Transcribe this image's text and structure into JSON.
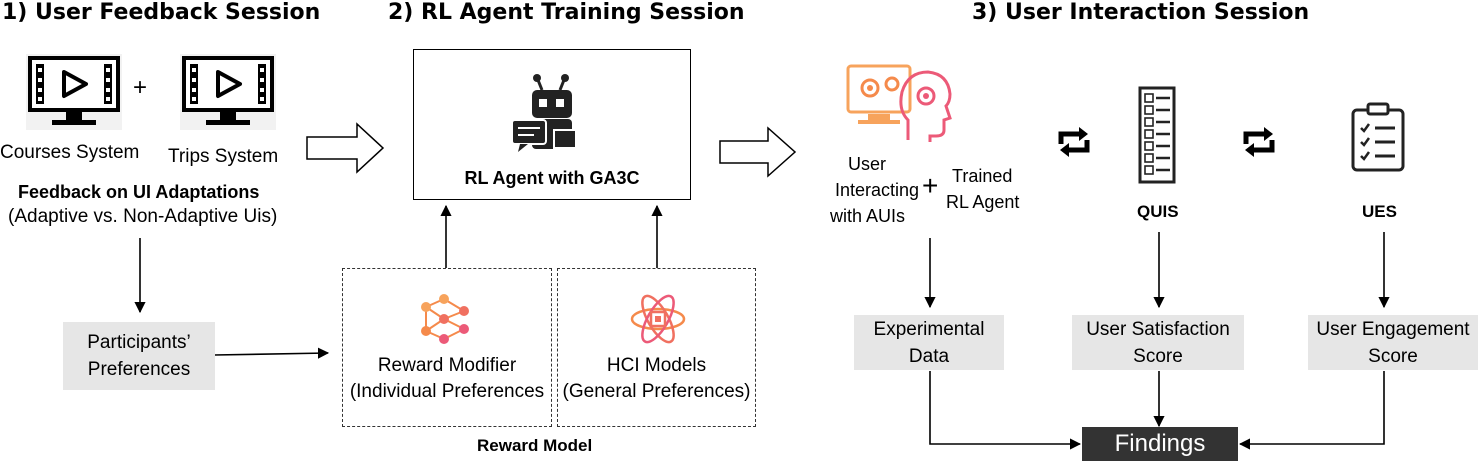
{
  "sessions": {
    "s1_title": "1) User Feedback Session",
    "s2_title": "2) RL Agent Training Session",
    "s3_title": "3) User Interaction Session"
  },
  "session1": {
    "courses_label": "Courses System",
    "trips_label": "Trips System",
    "plus": "+",
    "feedback_title": "Feedback on UI Adaptations",
    "feedback_sub": "(Adaptive vs. Non-Adaptive Uis)",
    "preferences_line1": "Participants’",
    "preferences_line2": "Preferences"
  },
  "session2": {
    "agent_label": "RL Agent with GA3C",
    "reward_modifier_line1": "Reward Modifier",
    "reward_modifier_line2": "(Individual Preferences",
    "hci_line1": "HCI Models",
    "hci_line2": "(General Preferences)",
    "reward_model_label": "Reward Model"
  },
  "session3": {
    "user_line1": "User",
    "user_line2": "Interacting",
    "user_line3": "with AUIs",
    "plus": "+",
    "trained_line1": "Trained",
    "trained_line2": "RL Agent",
    "quis": "QUIS",
    "ues": "UES",
    "experimental_line1": "Experimental",
    "experimental_line2": "Data",
    "satisfaction_line1": "User Satisfaction",
    "satisfaction_line2": "Score",
    "engagement_line1": "User Engagement",
    "engagement_line2": "Score",
    "findings": "Findings"
  },
  "colors": {
    "gray_box": "#e6e6e6",
    "dark_box": "#333333",
    "icon_orange": "#f58a4b",
    "icon_pink": "#ec5a78"
  },
  "icons": [
    "monitor-play-icon",
    "robot-chat-icon",
    "neural-network-icon",
    "atom-chip-icon",
    "head-gears-icon",
    "checklist-icon",
    "clipboard-icon",
    "sync-icon"
  ]
}
